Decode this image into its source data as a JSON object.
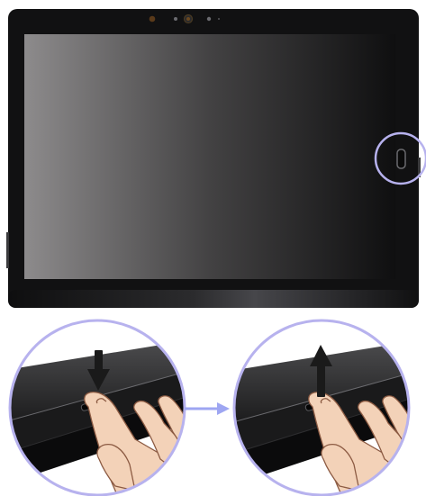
{
  "figure": {
    "subject": "tablet-fingerprint-reader",
    "colors": {
      "highlight": "#b7b2ee",
      "arrow_blue": "#9ea6f2",
      "bezel": "#101011",
      "skin": "#f3d2b8",
      "skin_outline": "#8c5b43",
      "black_arrow": "#1a1a1a"
    },
    "steps": [
      {
        "action": "press",
        "arrow": "down-arrow-icon"
      },
      {
        "action": "release",
        "arrow": "up-arrow-icon"
      }
    ],
    "connector": "right-arrow-icon"
  }
}
